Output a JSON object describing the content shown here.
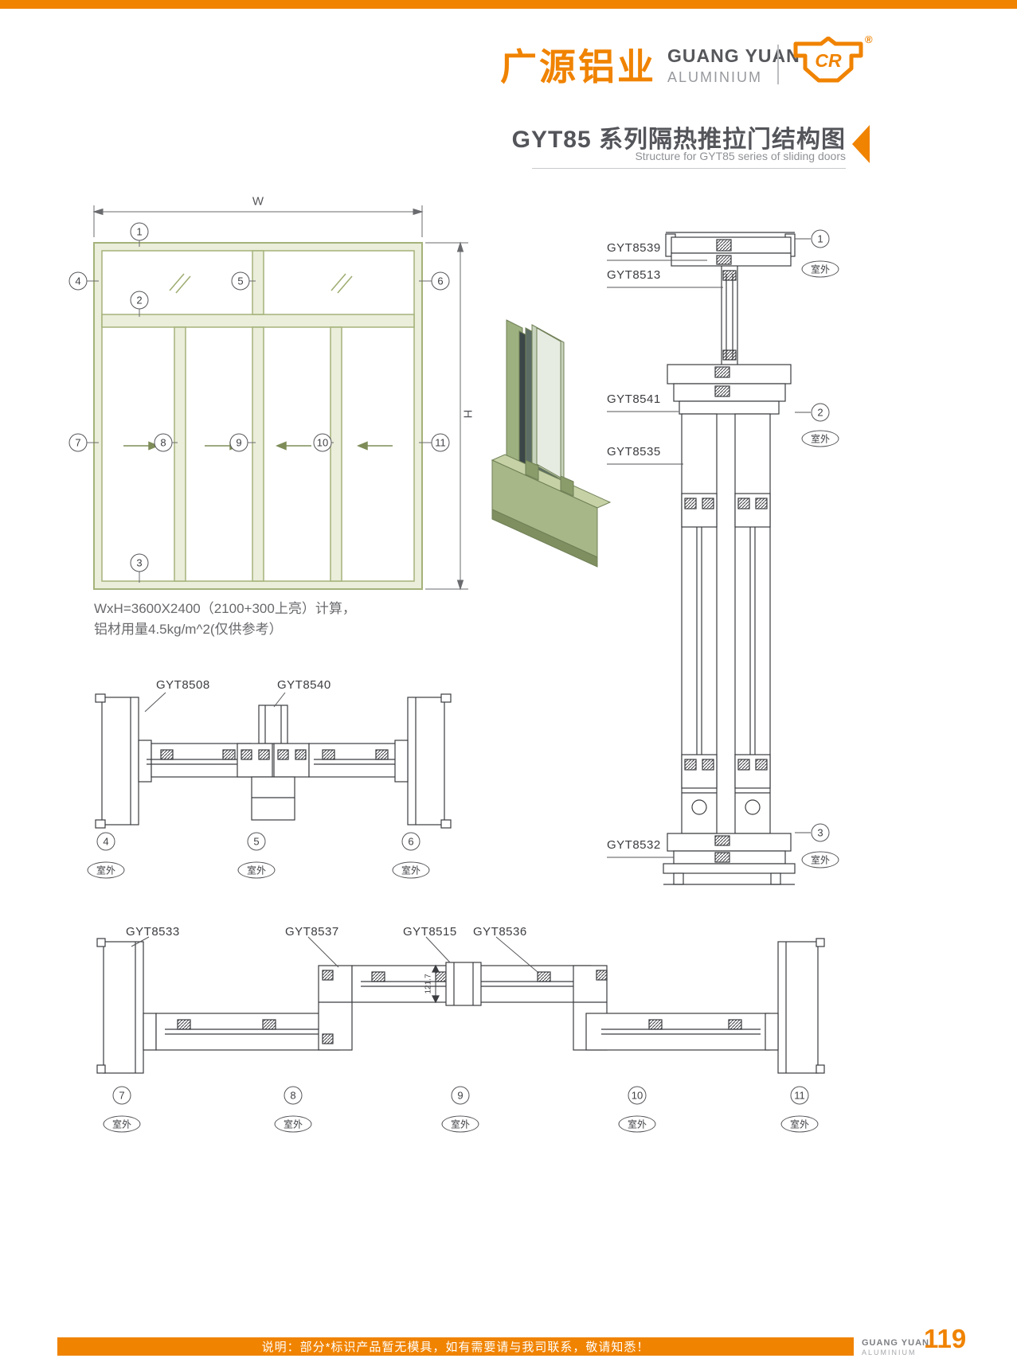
{
  "header": {
    "brand_cn": "广源铝业",
    "brand_en": "GUANG YUAN",
    "brand_sub": "ALUMINIUM",
    "logo_text": "CR",
    "registered_mark": "®",
    "title_cn": "GYT85 系列隔热推拉门结构图",
    "title_en": "Structure for GYT85 series of sliding doors"
  },
  "elevation": {
    "width_label": "W",
    "height_label": "H",
    "callouts": [
      "1",
      "2",
      "3",
      "4",
      "5",
      "6",
      "7",
      "8",
      "9",
      "10",
      "11"
    ],
    "note_line1": "WxH=3600X2400（2100+300上亮）计算，",
    "note_line2": "铝材用量4.5kg/m^2(仅供参考）"
  },
  "vertical_section": {
    "part_labels": [
      "GYT8539",
      "GYT8513",
      "GYT8541",
      "GYT8535",
      "GYT8532"
    ],
    "callouts": [
      "1",
      "2",
      "3"
    ]
  },
  "middle_section": {
    "part_labels": [
      "GYT8508",
      "GYT8540"
    ],
    "callouts": [
      "4",
      "5",
      "6"
    ]
  },
  "bottom_section": {
    "part_labels": [
      "GYT8533",
      "GYT8537",
      "GYT8515",
      "GYT8536"
    ],
    "dim_label": "121.7",
    "callouts": [
      "7",
      "8",
      "9",
      "10",
      "11"
    ]
  },
  "shared": {
    "outdoor": "室外"
  },
  "footer": {
    "note": "说明：部分*标识产品暂无模具，如有需要请与我司联系，敬请知悉！",
    "brand_en": "GUANG YUAN",
    "brand_sub": "ALUMINIUM",
    "page_number": "119"
  },
  "colors": {
    "accent": "#f08300",
    "olive": "#a5b27b"
  }
}
